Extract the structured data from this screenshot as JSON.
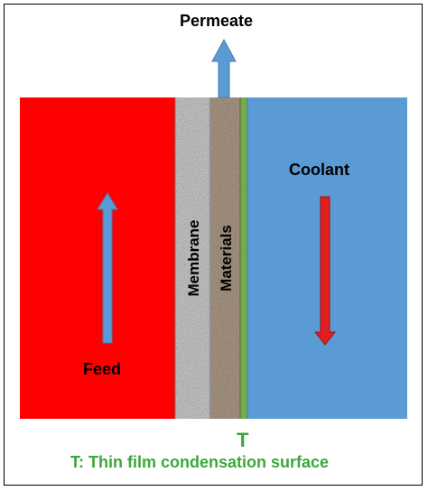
{
  "labels": {
    "permeate": "Permeate",
    "feed": "Feed",
    "coolant": "Coolant",
    "membrane": "Membrane",
    "materials": "Materials",
    "t_marker": "T",
    "caption": "T: Thin film condensation surface"
  },
  "colors": {
    "feed": "#ff0000",
    "coolant": "#5b9bd5",
    "membrane": "#c8c8c8",
    "materials": "#a89684",
    "film": "#70ad47",
    "arrow_blue": "#5b9bd5",
    "arrow_red": "#e02020",
    "caption": "#3aa83a"
  }
}
